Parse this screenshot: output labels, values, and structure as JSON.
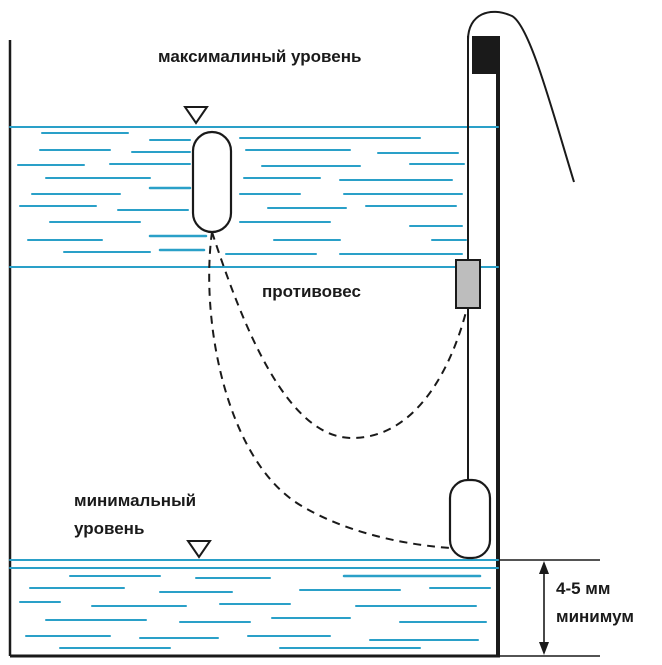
{
  "labels": {
    "max_level": "максималиный уровень",
    "counterweight": "противовес",
    "min_level_line1": "минимальный",
    "min_level_line2": "уровень",
    "dim_line1": "4-5 мм",
    "dim_line2": "минимум"
  },
  "colors": {
    "water": "#2aa0c8",
    "water_dark": "#1b7fb0",
    "outline": "#1a1a1a",
    "counterweight_fill": "#bdbdbd",
    "float_fill": "#ffffff"
  }
}
